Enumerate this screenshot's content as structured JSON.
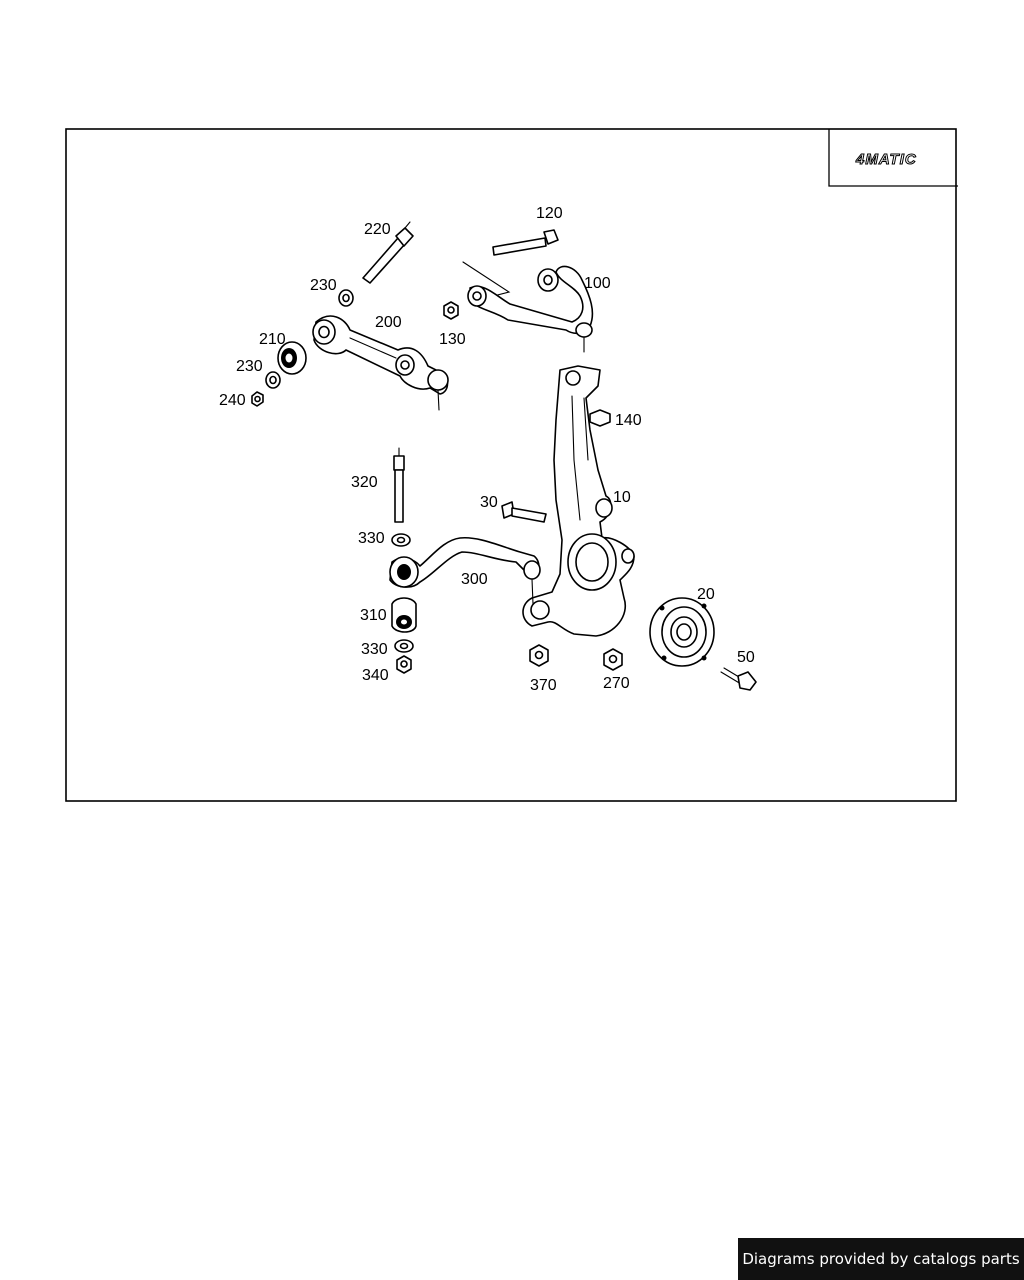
{
  "diagram": {
    "badge": "4MATIC",
    "callouts": {
      "c120": "120",
      "c220": "220",
      "c230a": "230",
      "c200": "200",
      "c100": "100",
      "c130": "130",
      "c210": "210",
      "c230b": "230",
      "c240": "240",
      "c140": "140",
      "c320": "320",
      "c30": "30",
      "c10": "10",
      "c330a": "330",
      "c300": "300",
      "c20": "20",
      "c310": "310",
      "c330b": "330",
      "c50": "50",
      "c340": "340",
      "c370": "370",
      "c270": "270"
    }
  },
  "footer": {
    "credit": "Diagrams provided by catalogs parts"
  },
  "colors": {
    "line": "#000000",
    "background": "#ffffff",
    "footer_bg": "#111111",
    "footer_text": "#ffffff"
  }
}
